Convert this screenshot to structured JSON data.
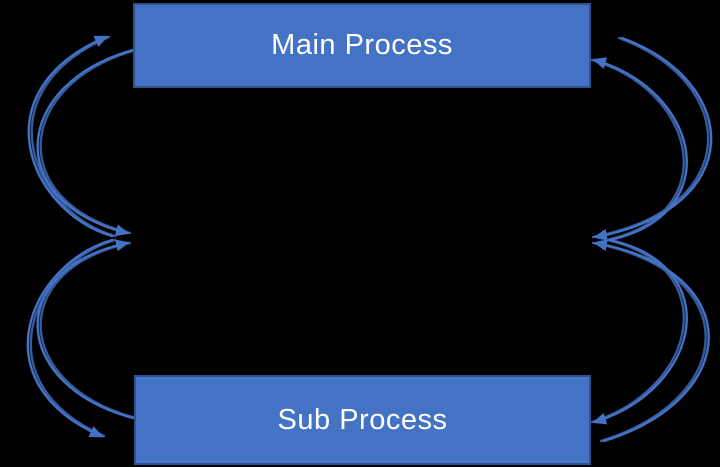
{
  "diagram": {
    "colors": {
      "background": "#000000",
      "accent": "#4472C4",
      "node_border": "#2F528F",
      "node_text": "#FFFFFF"
    },
    "nodes": [
      {
        "id": "main-process",
        "label": "Main Process"
      },
      {
        "id": "sub-process",
        "label": "Sub Process"
      }
    ],
    "connectors": [
      {
        "id": "connector-left-hub-to-main",
        "from": "left-hub",
        "to": "main-process",
        "side": "left",
        "arrowhead_at": "main-process"
      },
      {
        "id": "connector-main-to-left-hub",
        "from": "main-process",
        "to": "left-hub",
        "side": "left",
        "arrowhead_at": "left-hub"
      },
      {
        "id": "connector-sub-to-left-hub",
        "from": "sub-process",
        "to": "left-hub",
        "side": "left",
        "arrowhead_at": "left-hub"
      },
      {
        "id": "connector-left-hub-to-sub",
        "from": "left-hub",
        "to": "sub-process",
        "side": "left",
        "arrowhead_at": "sub-process"
      },
      {
        "id": "connector-main-to-right-hub",
        "from": "main-process",
        "to": "right-hub",
        "side": "right",
        "arrowhead_at": "right-hub"
      },
      {
        "id": "connector-right-hub-to-main",
        "from": "right-hub",
        "to": "main-process",
        "side": "right",
        "arrowhead_at": "main-process"
      },
      {
        "id": "connector-right-hub-to-sub",
        "from": "right-hub",
        "to": "sub-process",
        "side": "right",
        "arrowhead_at": "sub-process"
      },
      {
        "id": "connector-sub-to-right-hub",
        "from": "sub-process",
        "to": "right-hub",
        "side": "right",
        "arrowhead_at": "right-hub"
      }
    ]
  }
}
